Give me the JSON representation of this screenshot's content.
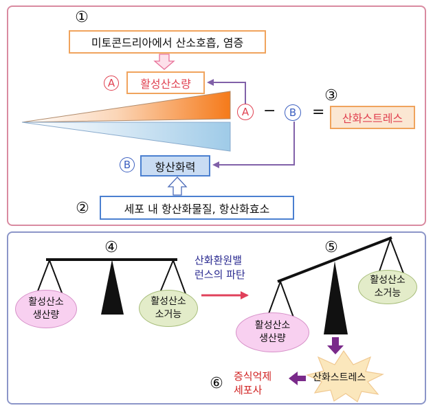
{
  "top": {
    "num1": "①",
    "source1": "미토콘드리아에서 산소호흡, 염증",
    "a_marker": "A",
    "a_label": "활성산소량",
    "a_eq_marker": "A",
    "minus": "−",
    "b_eq_marker": "B",
    "equals": "=",
    "num3": "③",
    "result": "산화스트레스",
    "b_marker": "B",
    "b_label": "항산화력",
    "num2": "②",
    "source2": "세포 내 항산화물질, 항산화효소"
  },
  "bottom": {
    "num4": "④",
    "left_pan_produce": [
      "활성산소",
      "생산량"
    ],
    "left_pan_remove": [
      "활성산소",
      "소거능"
    ],
    "transition_text": [
      "산화환원밸",
      "런스의 파탄"
    ],
    "num5": "⑤",
    "right_pan_produce": [
      "활성산소",
      "생산량"
    ],
    "right_pan_remove": [
      "활성산소",
      "소거능"
    ],
    "stress_label": "산화스트레스",
    "num6": "⑥",
    "outcome": [
      "증식억제",
      "세포사"
    ]
  },
  "colors": {
    "top_border": "#d98aa0",
    "bottom_border": "#8b95c8",
    "orange_box_border": "#f0a35c",
    "blue_box_border": "#4a7fd0",
    "blue_box_fill": "#c9dcf3",
    "marker_red": "#e04050",
    "marker_blue": "#3b5fc0",
    "arrow_purple": "#8060a8",
    "pink_fill": "#f8d0f0",
    "green_fill": "#e3ecc9",
    "transition_text": "#2a2a90",
    "transition_arrow": "#e0405a",
    "outcome_text": "#d02020",
    "dark_arrow": "#7a2a8a",
    "star_fill": "#fbe7bc"
  }
}
